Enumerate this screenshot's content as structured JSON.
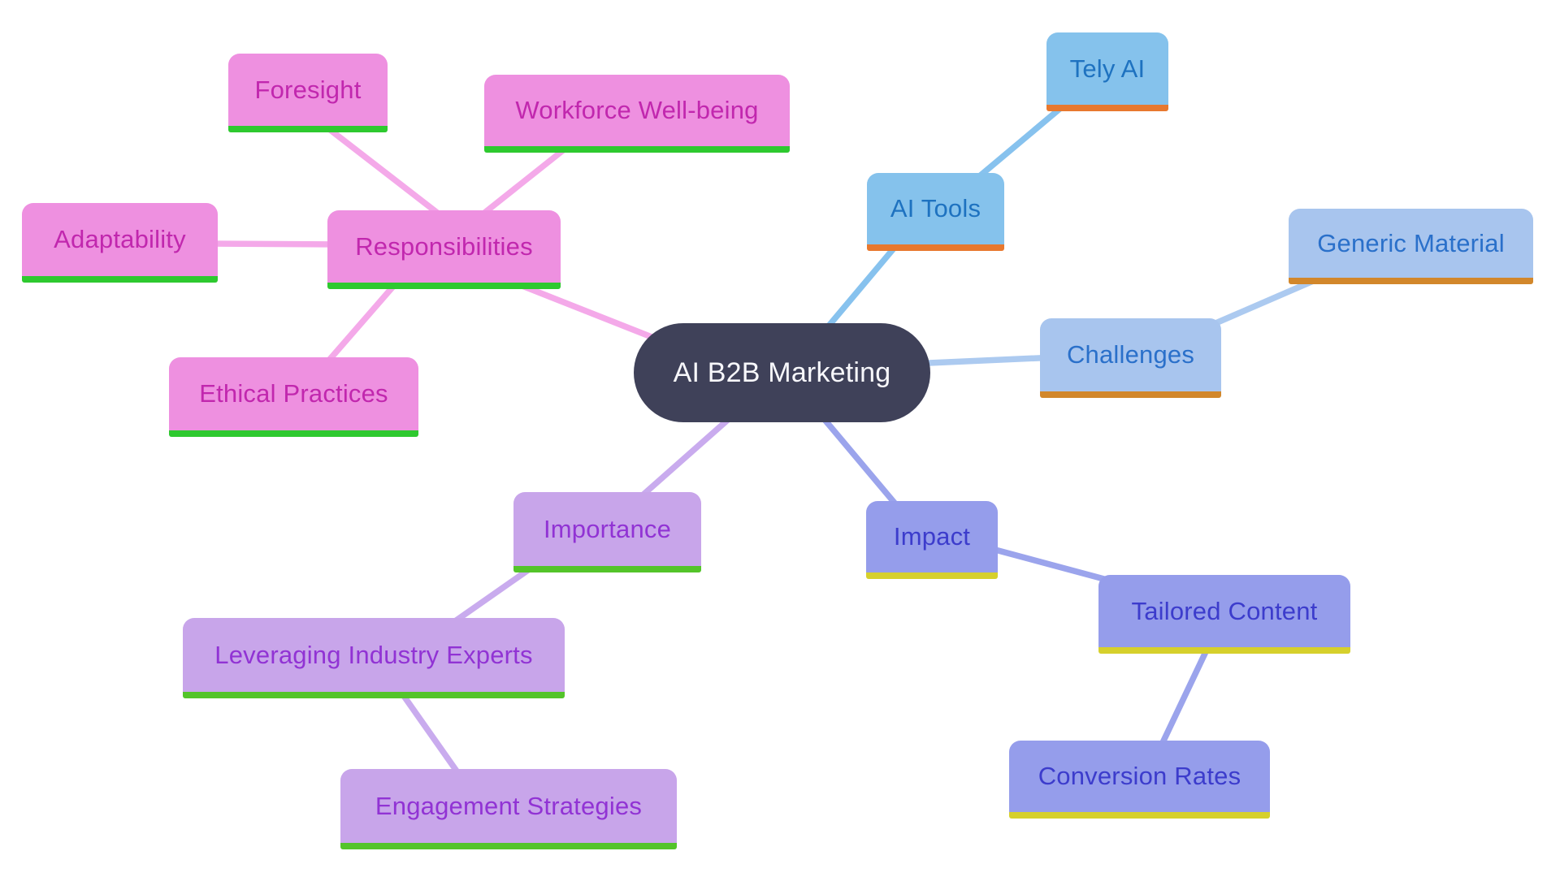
{
  "diagram_title": "AI B2B Marketing",
  "nodes": {
    "center": {
      "label": "AI B2B Marketing"
    },
    "responsibilities": {
      "label": "Responsibilities"
    },
    "foresight": {
      "label": "Foresight"
    },
    "workforce": {
      "label": "Workforce Well-being"
    },
    "adaptability": {
      "label": "Adaptability"
    },
    "ethical": {
      "label": "Ethical Practices"
    },
    "aitools": {
      "label": "AI Tools"
    },
    "tely": {
      "label": "Tely AI"
    },
    "challenges": {
      "label": "Challenges"
    },
    "generic": {
      "label": "Generic Material"
    },
    "impact": {
      "label": "Impact"
    },
    "tailored": {
      "label": "Tailored Content"
    },
    "conversion": {
      "label": "Conversion Rates"
    },
    "importance": {
      "label": "Importance"
    },
    "leveraging": {
      "label": "Leveraging Industry Experts"
    },
    "engagement": {
      "label": "Engagement Strategies"
    }
  },
  "edges": [
    {
      "from": "foresight",
      "to": "responsibilities"
    },
    {
      "from": "workforce",
      "to": "responsibilities"
    },
    {
      "from": "adaptability",
      "to": "responsibilities"
    },
    {
      "from": "responsibilities",
      "to": "ethical"
    },
    {
      "from": "responsibilities",
      "to": "center"
    },
    {
      "from": "center",
      "to": "aitools"
    },
    {
      "from": "aitools",
      "to": "tely"
    },
    {
      "from": "center",
      "to": "challenges"
    },
    {
      "from": "challenges",
      "to": "generic"
    },
    {
      "from": "center",
      "to": "impact"
    },
    {
      "from": "impact",
      "to": "tailored"
    },
    {
      "from": "tailored",
      "to": "conversion"
    },
    {
      "from": "center",
      "to": "importance"
    },
    {
      "from": "importance",
      "to": "leveraging"
    },
    {
      "from": "leveraging",
      "to": "engagement"
    }
  ],
  "branch_styles": {
    "center": {
      "fill": "#3f4159",
      "text": "#f7f7fb",
      "underline": "",
      "connector": ""
    },
    "pink": {
      "fill": "#ee90e0",
      "text": "#c127ae",
      "underline": "#2ec92f",
      "connector": "#f4a9e9"
    },
    "sky": {
      "fill": "#85c2ec",
      "text": "#1e72c0",
      "underline": "#e8782e",
      "connector": "#87c2ee"
    },
    "blue": {
      "fill": "#a8c5ee",
      "text": "#2a70ca",
      "underline": "#d2872b",
      "connector": "#accaf0"
    },
    "indigo": {
      "fill": "#959deb",
      "text": "#3c3ccc",
      "underline": "#d6d02c",
      "connector": "#9ba4ec"
    },
    "purple": {
      "fill": "#c8a5ea",
      "text": "#9133d4",
      "underline": "#54c42a",
      "connector": "#c9abee"
    }
  }
}
